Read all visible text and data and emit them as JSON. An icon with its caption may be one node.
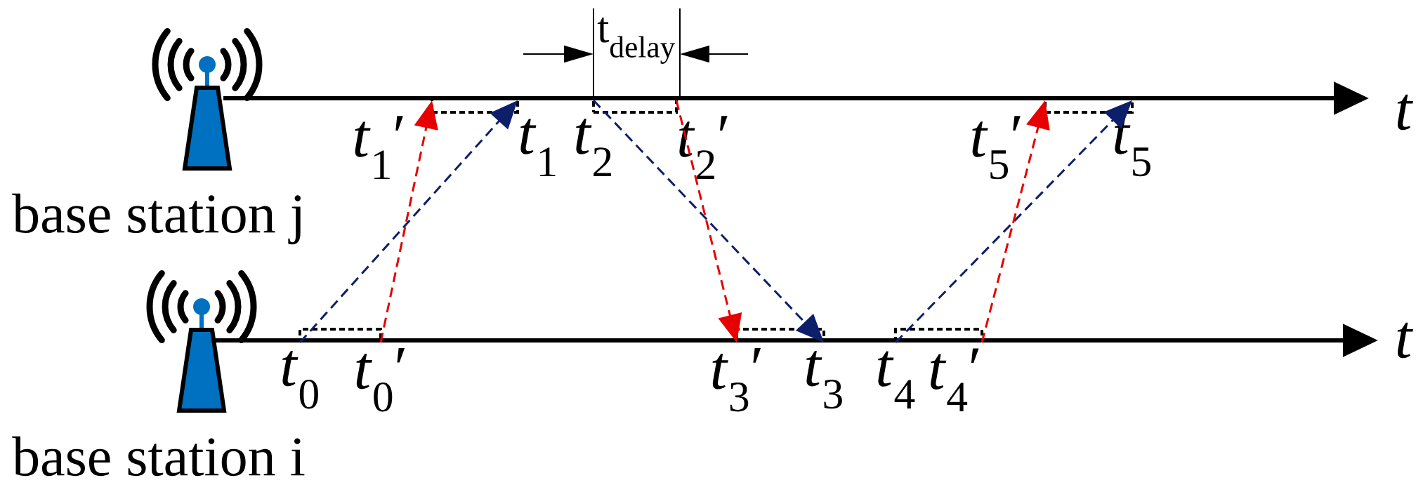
{
  "diagram": {
    "nodes": [
      {
        "text": [
          "*t*$_{1}$′"
        ]
      },
      {
        "text": [
          "*t*$_{1}$"
        ]
      },
      {
        "text": [
          "*t*$_{2}$"
        ]
      },
      {
        "text": [
          "*t*$_{2}$′"
        ]
      },
      {
        "text": [
          "*t*$_{5}$′"
        ]
      },
      {
        "text": [
          "*t*$_{5}$"
        ]
      },
      {
        "text": [
          "*t*$_{0}$"
        ]
      },
      {
        "text": [
          "*t*$_{0}$′"
        ]
      },
      {
        "text": [
          "*t*$_{3}$′"
        ]
      },
      {
        "text": [
          "*t*$_{3}$"
        ]
      },
      {
        "text": [
          "*t*$_{4}$"
        ]
      },
      {
        "text": [
          "*t*$_{4}$′"
        ]
      },
      {
        "text": [],
        "shape": "box"
      },
      {
        "text": [],
        "shape": "box"
      },
      {
        "text": [],
        "shape": "box"
      },
      {
        "text": [],
        "shape": "box"
      },
      {
        "text": [],
        "shape": "box"
      },
      {
        "text": [],
        "shape": "box"
      }
    ],
    "edges": [
      {
        "from": 6,
        "to": 1,
        "arrow": "to",
        "style": "dashed",
        "color": "#0d1f6b"
      },
      {
        "from": 7,
        "to": 0,
        "arrow": "to",
        "style": "dashed",
        "color": "#e60000"
      },
      {
        "from": 2,
        "to": 9,
        "arrow": "to",
        "style": "dashed",
        "color": "#0d1f6b"
      },
      {
        "from": 3,
        "to": 8,
        "arrow": "to",
        "style": "dashed",
        "color": "#e60000"
      },
      {
        "from": 10,
        "to": 5,
        "arrow": "to",
        "style": "dashed",
        "color": "#0d1f6b"
      },
      {
        "from": 11,
        "to": 4,
        "arrow": "to",
        "style": "dashed",
        "color": "#e60000"
      }
    ],
    "labels": [
      "t$_{delay}$",
      "t",
      "base station j",
      "t",
      "base station i"
    ]
  }
}
